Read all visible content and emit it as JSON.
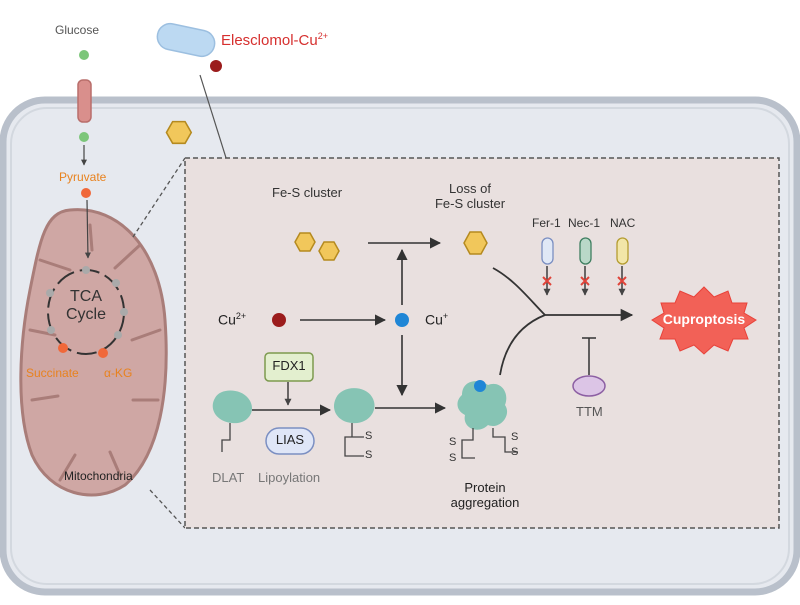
{
  "labels": {
    "glucose": "Glucose",
    "elesclomol_base": "Elesclomol-Cu",
    "elesclomol_sup": "2+",
    "pyruvate": "Pyruvate",
    "tca_line1": "TCA",
    "tca_line2": "Cycle",
    "succinate": "Succinate",
    "akg": "α-KG",
    "mitochondria": "Mitochondria",
    "fes_cluster": "Fe-S cluster",
    "loss_line1": "Loss of",
    "loss_line2": "Fe-S cluster",
    "cu2_base": "Cu",
    "cu2_sup": "2+",
    "cu1_base": "Cu",
    "cu1_sup": "+",
    "fdx1": "FDX1",
    "lias": "LIAS",
    "dlat": "DLAT",
    "lipoylation": "Lipoylation",
    "protein_line1": "Protein",
    "protein_line2": "aggregation",
    "fer1": "Fer-1",
    "nec1": "Nec-1",
    "nac": "NAC",
    "ttm": "TTM",
    "cuproptosis": "Cuproptosis",
    "sulfur": "S"
  },
  "colors": {
    "cell_fill": "#e6e9ef",
    "cell_stroke": "#b9c0cb",
    "panel_fill": "#e9e0df",
    "mito_fill": "#cfa7a4",
    "mito_stroke": "#a97d79",
    "hexagon_fill": "#f1c75b",
    "hexagon_stroke": "#b58a1f",
    "copper_red": "#9b1c1c",
    "copper_blue": "#1f86d6",
    "protein": "#86c4b4",
    "fdx1_fill": "#e3efcf",
    "lias_fill": "#dfe6f7",
    "ttm_fill": "#dcc5e6",
    "burst_fill": "#f26157",
    "orange_text": "#e8821e",
    "red_text": "#d6302f",
    "inhibitor_x": "#e0443a"
  }
}
